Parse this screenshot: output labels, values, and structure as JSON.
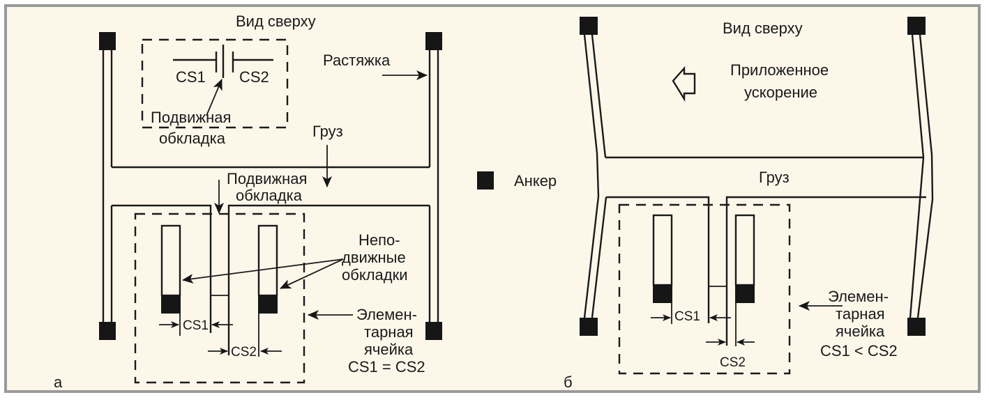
{
  "colors": {
    "background": "#fdf7ea",
    "border": "#9a9a9a",
    "ink": "#1a1a1a"
  },
  "legend": {
    "anchor_label": "Анкер",
    "anchor_icon": "anchor-square-icon"
  },
  "panel_a": {
    "panel_letter": "а",
    "title": "Вид сверху",
    "inset": {
      "cs1": "CS1",
      "cs2": "CS2",
      "moving_plate_line1": "Подвижная",
      "moving_plate_line2": "обкладка"
    },
    "spring_label": "Растяжка",
    "mass_label": "Груз",
    "moving_plate_line1": "Подвижная",
    "moving_plate_line2": "обкладка",
    "fixed_plates_line1": "Непо-",
    "fixed_plates_line2": "движные",
    "fixed_plates_line3": "обкладки",
    "cell_line1": "Элемен-",
    "cell_line2": "тарная",
    "cell_line3": "ячейка",
    "cell_condition": "CS1 = CS2",
    "gap_cs1": "CS1",
    "gap_cs2": "CS2"
  },
  "panel_b": {
    "panel_letter": "б",
    "title": "Вид сверху",
    "acceleration_line1": "Приложенное",
    "acceleration_line2": "ускорение",
    "mass_label": "Груз",
    "cell_line1": "Элемен-",
    "cell_line2": "тарная",
    "cell_line3": "ячейка",
    "cell_condition": "CS1 < CS2",
    "gap_cs1": "CS1",
    "gap_cs2": "CS2"
  }
}
